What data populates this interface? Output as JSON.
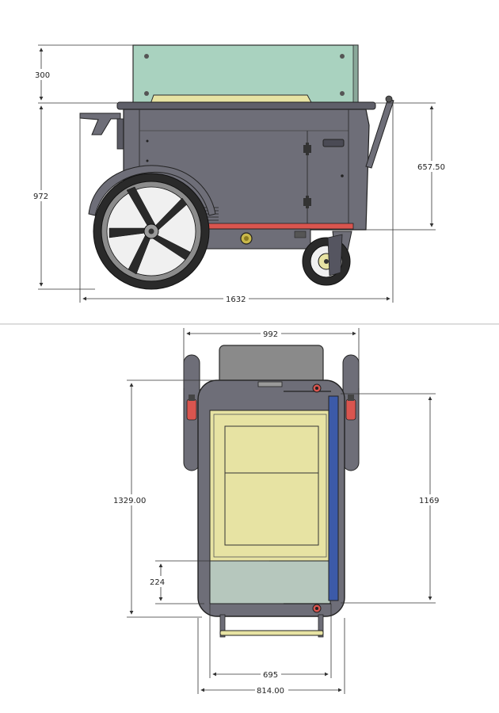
{
  "side_view": {
    "dimensions": {
      "glass_height": "300",
      "total_height": "972",
      "body_height": "657.50",
      "total_length": "1632"
    }
  },
  "top_view": {
    "dimensions": {
      "overall_width": "992",
      "overall_length": "1329.00",
      "inner_length": "1169",
      "board_depth": "224",
      "inner_width": "695",
      "body_width": "814.00"
    }
  },
  "colors": {
    "body": "#6e6e78",
    "body_dark": "#555560",
    "glass": "#a9d2bf",
    "tray": "#e7e3a3",
    "accent_red": "#d9554f",
    "accent_blue": "#3c5aa8",
    "tire": "#2a2a2a",
    "hub": "#9a9a9a"
  }
}
